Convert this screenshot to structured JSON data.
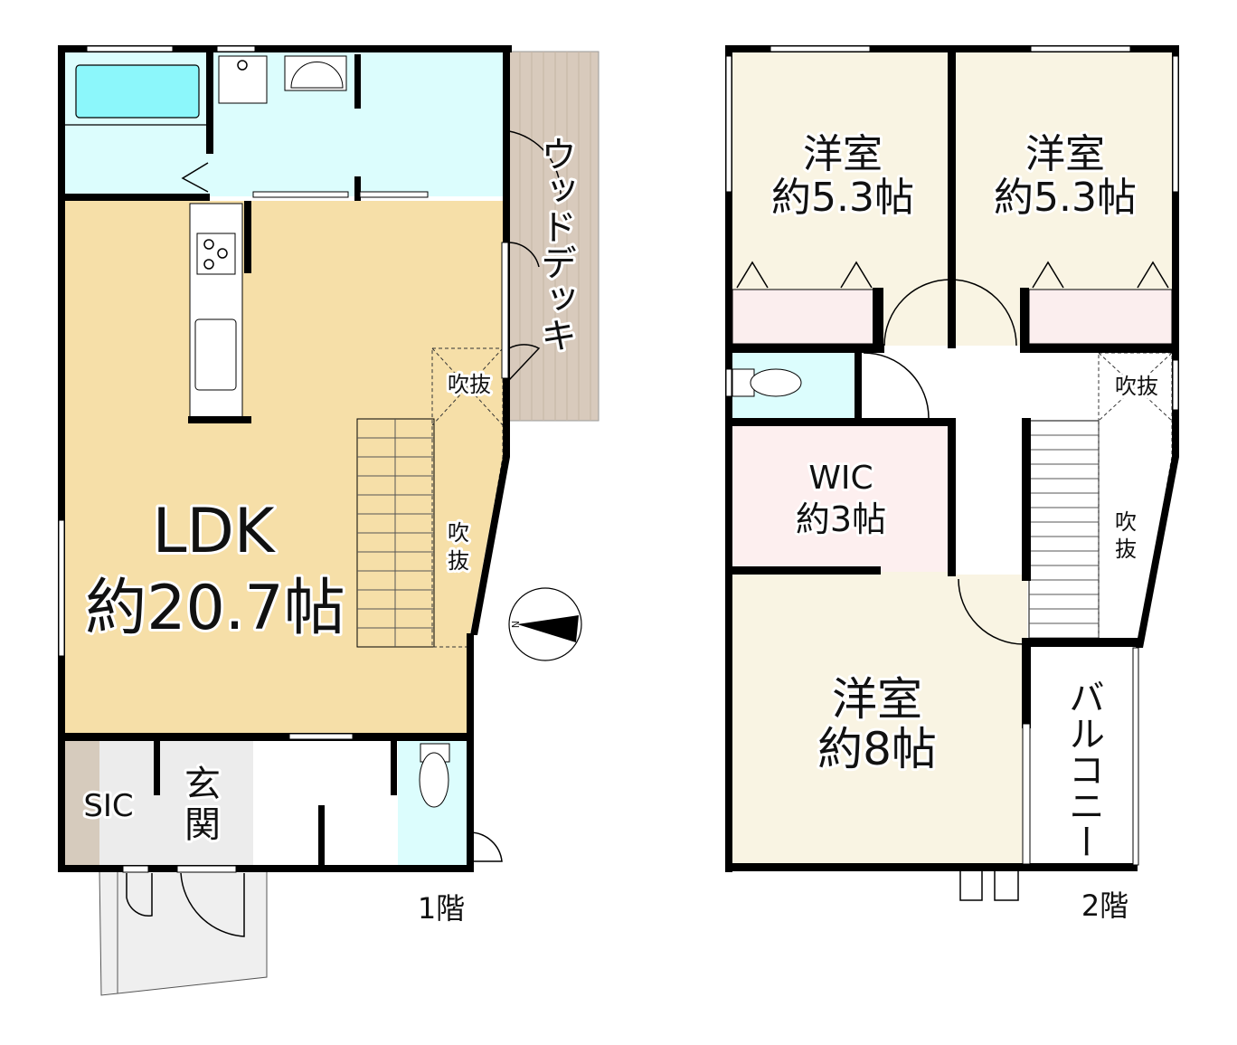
{
  "floor1": {
    "label": "1階",
    "rooms": {
      "ldk_name": "LDK",
      "ldk_size": "約20.7帖",
      "deck": "ウッドデッキ",
      "void_a": "吹抜",
      "void_b_1": "吹",
      "void_b_2": "抜",
      "sic": "SIC",
      "genkan_1": "玄",
      "genkan_2": "関"
    }
  },
  "floor2": {
    "label": "2階",
    "rooms": {
      "western_a_name": "洋室",
      "western_a_size": "約5.3帖",
      "western_b_name": "洋室",
      "western_b_size": "約5.3帖",
      "wic_name": "WIC",
      "wic_size": "約3帖",
      "western_c_name": "洋室",
      "western_c_size": "約8帖",
      "void_a": "吹抜",
      "void_b_1": "吹",
      "void_b_2": "抜",
      "balcony": "バルコニー"
    }
  },
  "compass": {
    "label": "N",
    "icon": "north-arrow-icon"
  },
  "colors": {
    "ldk": "#f6dfa8",
    "wet": "#dcfdfd",
    "bathtub": "#8cf7fb",
    "deck": "#d8cabc",
    "sic": "#d6cbbd",
    "tile": "#ececec",
    "room": "#f9f4e3",
    "closet": "#fbeeee",
    "wic": "#fdefef"
  }
}
